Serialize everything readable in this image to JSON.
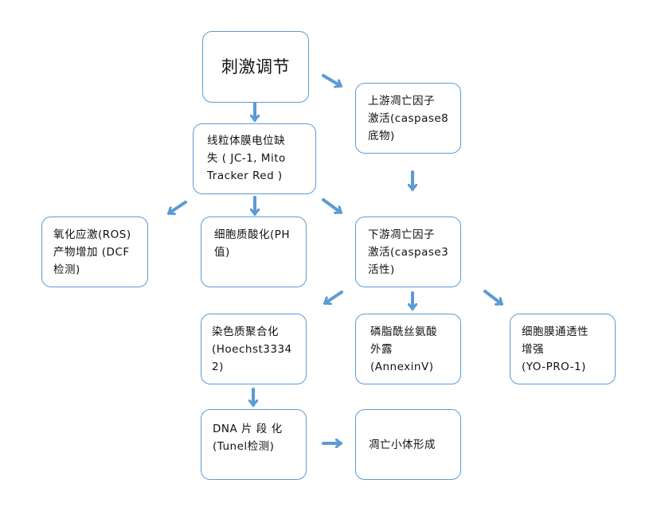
{
  "diagram": {
    "nodes": {
      "stimulus": "刺激调节",
      "upstream_caspase": "上游凋亡因子\n激活(caspase8\n底物)",
      "mito_potential": "线粒体膜电位缺\n失 ( JC-1, Mito\nTracker Red )",
      "ros": "氧化应激(ROS)\n产物增加 (DCF\n检测)",
      "acidification": "细胞质酸化(PH\n值)",
      "downstream_caspase": "下游凋亡因子\n激活(caspase3\n活性)",
      "chromatin": "染色质聚合化\n(Hoechst3334\n2)",
      "phosphatidylserine": "磷脂酰丝氨酸\n外露\n(AnnexinV)",
      "membrane_permeability": "细胞膜通透性\n增强\n(YO-PRO-1)",
      "dna_fragment": "DNA 片 段 化\n(Tunel检测)",
      "apoptotic_body": "凋亡小体形成"
    },
    "arrow_color": "#5B9BD5"
  }
}
